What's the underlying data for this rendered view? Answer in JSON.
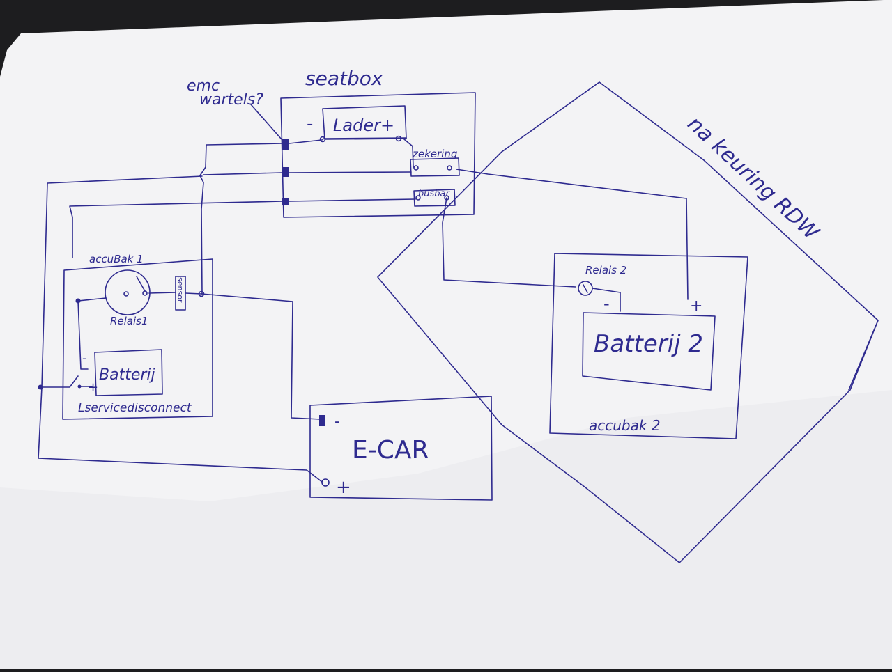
{
  "colors": {
    "ink": "#2e2a8f",
    "paper": "#f4f4f6",
    "background": "#1d1d1f"
  },
  "labels": {
    "emc_wartels": [
      "emc",
      "wartels?"
    ],
    "seatbox": "seatbox",
    "lader": "Lader+",
    "lader_minus": "-",
    "zekering": "zekering",
    "busbar": "busbar",
    "na_keuring": "na keuring RDW",
    "accubak1": "accuBak 1",
    "relais1": "Relais1",
    "sensor": "sensor",
    "batterij": "Batterij",
    "batterij_minus": "-",
    "batterij_plus": "+",
    "servicedisconnect": "Lservicedisconnect",
    "relais2": "Relais 2",
    "batterij2": "Batterij 2",
    "batterij2_minus": "-",
    "batterij2_plus": "+",
    "accubak2": "accubak 2",
    "ecar": "E-CAR",
    "ecar_minus": "-",
    "ecar_plus": "+"
  },
  "icons": [
    "relay-icon",
    "switch-icon",
    "gland-icon",
    "terminal-icon"
  ]
}
